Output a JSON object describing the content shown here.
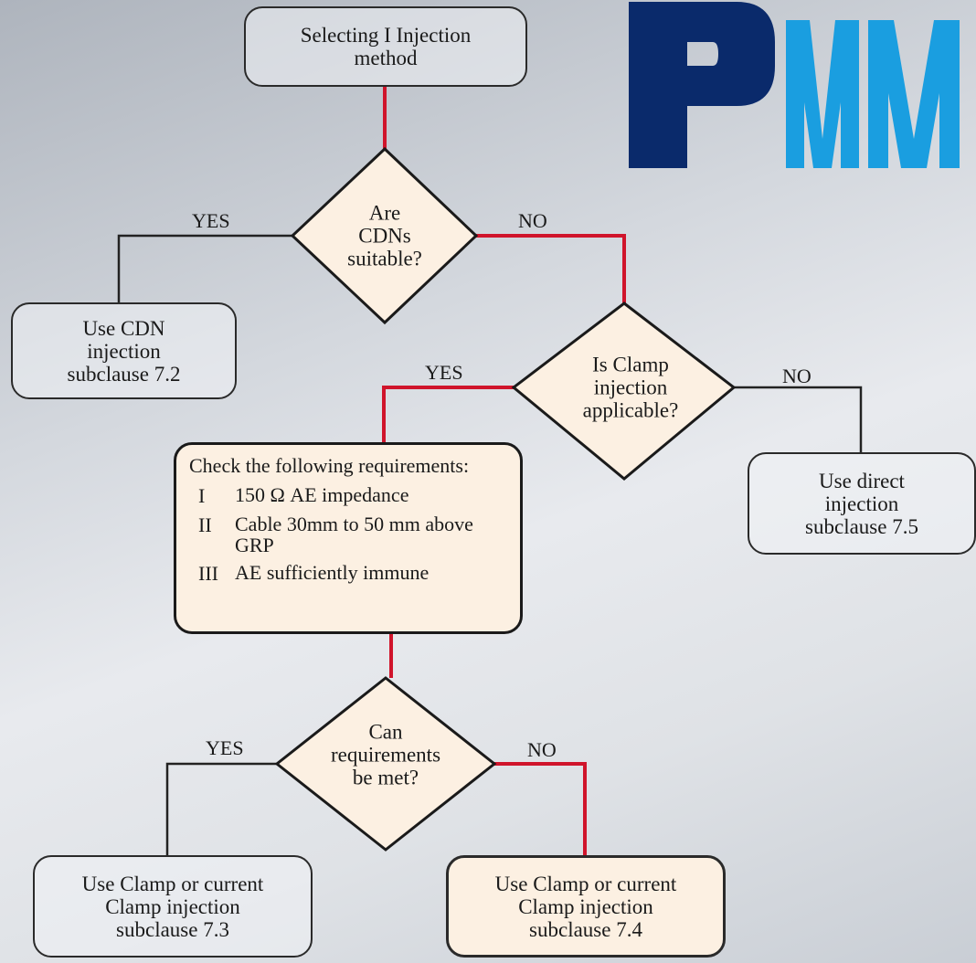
{
  "colors": {
    "flow_highlight": "#d0142b",
    "flow_normal": "#222222",
    "decision_fill": "#fcf0e2",
    "logo_dark": "#0a2a6b",
    "logo_light": "#1a9ee0"
  },
  "logo": {
    "text": "PMM"
  },
  "start": {
    "line1": "Selecting I Injection",
    "line2": "method"
  },
  "decision1": {
    "line1": "Are",
    "line2": "CDNs",
    "line3": "suitable?",
    "yes_label": "YES",
    "no_label": "NO"
  },
  "cdn_result": {
    "line1": "Use CDN",
    "line2": "injection",
    "line3": "subclause 7.2"
  },
  "decision2": {
    "line1": "Is Clamp",
    "line2": "injection",
    "line3": "applicable?",
    "yes_label": "YES",
    "no_label": "NO"
  },
  "direct_result": {
    "line1": "Use direct",
    "line2": "injection",
    "line3": "subclause 7.5"
  },
  "requirements": {
    "title": "Check the following requirements:",
    "items": [
      {
        "num": "I",
        "text": "150 Ω AE impedance"
      },
      {
        "num": "II",
        "text": "Cable 30mm to 50 mm above GRP"
      },
      {
        "num": "III",
        "text": "AE sufficiently immune"
      }
    ]
  },
  "decision3": {
    "line1": "Can",
    "line2": "requirements",
    "line3": "be met?",
    "yes_label": "YES",
    "no_label": "NO"
  },
  "result_73": {
    "line1": "Use Clamp or current",
    "line2": "Clamp injection",
    "line3": "subclause 7.3"
  },
  "result_74": {
    "line1": "Use Clamp or current",
    "line2": "Clamp injection",
    "line3": "subclause 7.4"
  }
}
